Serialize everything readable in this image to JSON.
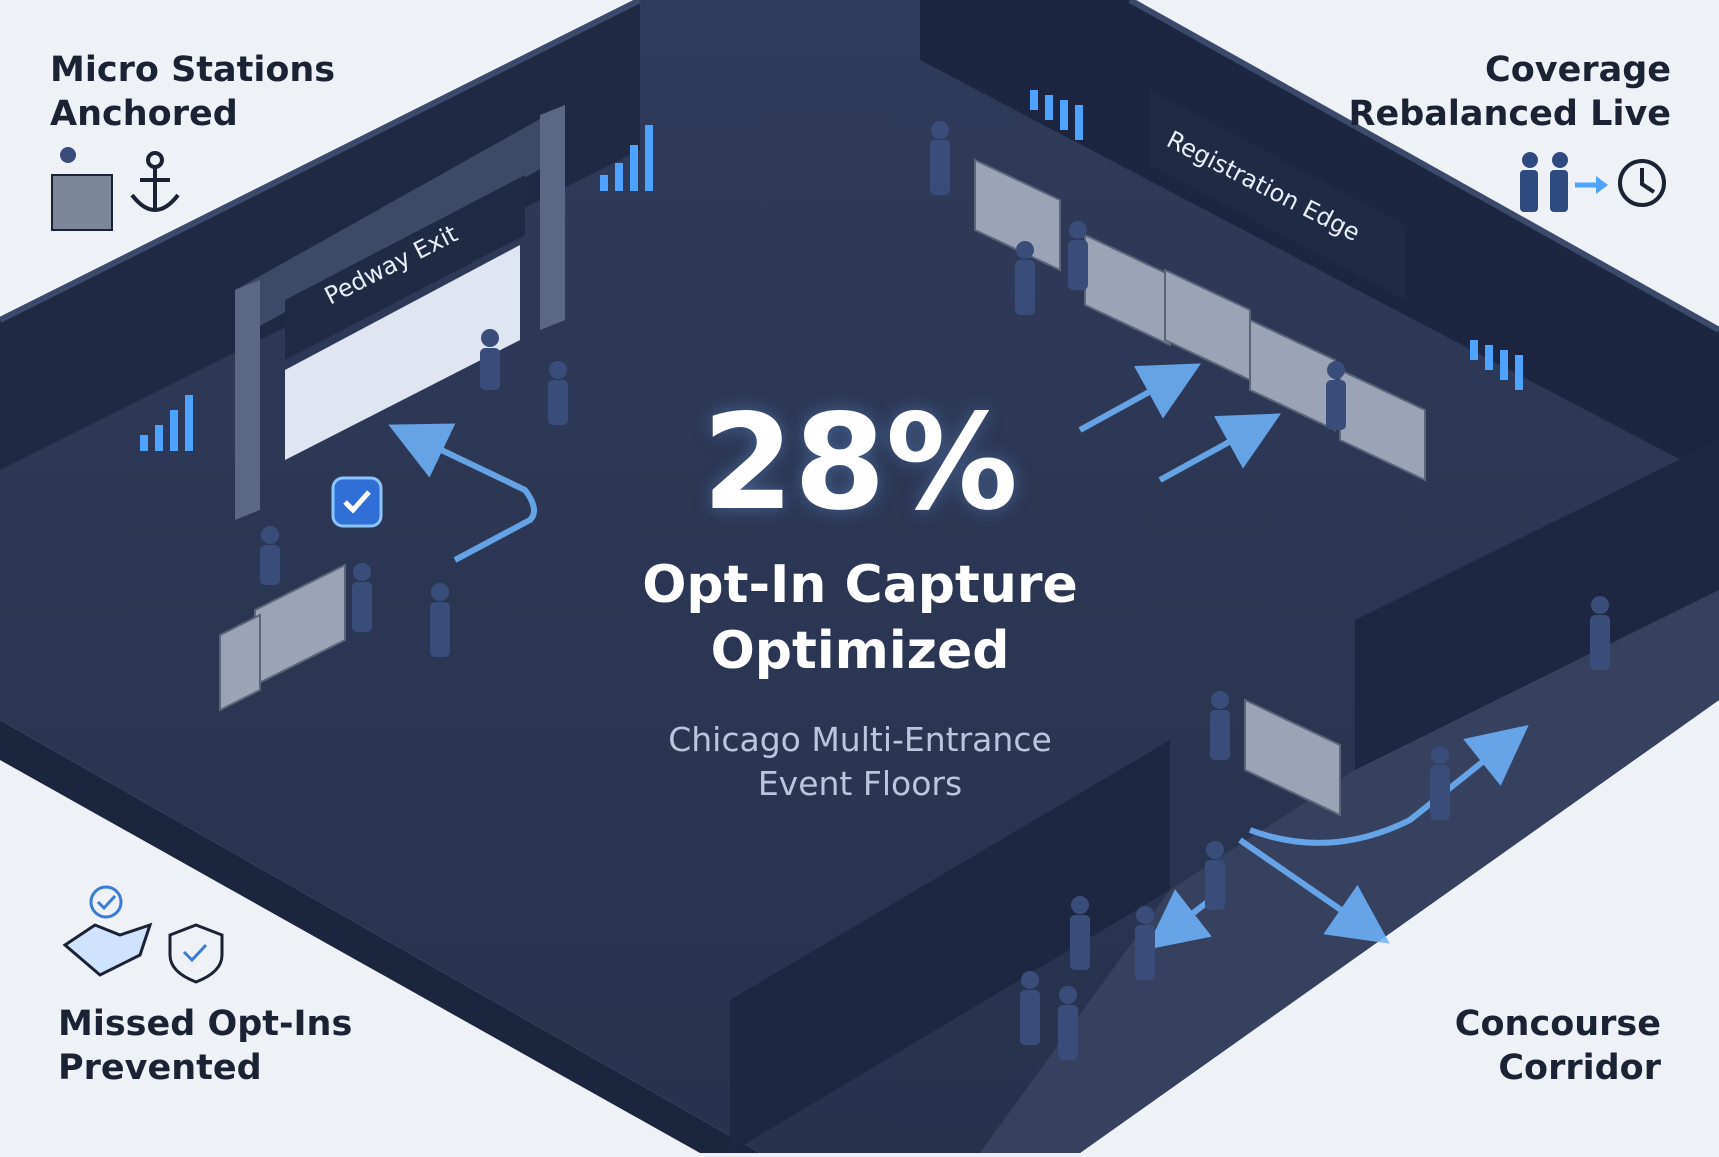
{
  "headline": {
    "stat": "28%",
    "title_line1": "Opt-In Capture",
    "title_line2": "Optimized",
    "subtitle_line1": "Chicago Multi-Entrance",
    "subtitle_line2": "Event Floors"
  },
  "corners": {
    "top_left": {
      "line1": "Micro Stations",
      "line2": "Anchored",
      "icons": [
        "kiosk-person-icon",
        "anchor-icon"
      ]
    },
    "top_right": {
      "line1": "Coverage",
      "line2": "Rebalanced Live",
      "icons": [
        "people-icon",
        "arrow-right-icon",
        "clock-icon"
      ]
    },
    "bottom_left": {
      "line1": "Missed Opt-Ins",
      "line2": "Prevented",
      "icons": [
        "handshake-check-icon",
        "shield-check-icon"
      ]
    },
    "bottom_right": {
      "line1": "Concourse",
      "line2": "Corridor"
    }
  },
  "signs": {
    "pedway": "Pedway Exit",
    "registration": "Registration Edge"
  },
  "colors": {
    "floor": "#2b3754",
    "wall": "#1f2a45",
    "accent": "#4da3ff",
    "text_dark": "#1a2233",
    "background": "#eef1f6"
  }
}
